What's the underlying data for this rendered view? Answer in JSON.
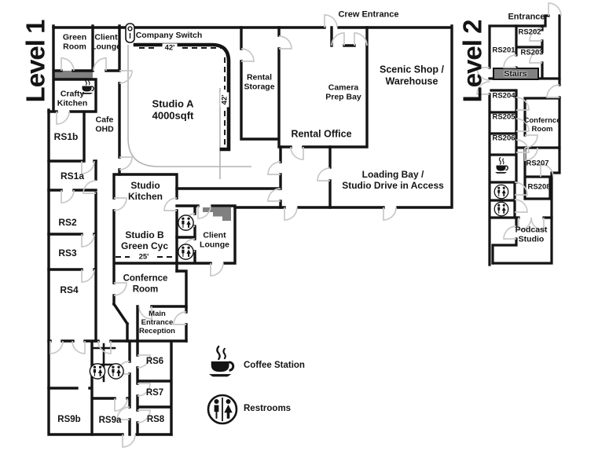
{
  "colors": {
    "wall": "#141414",
    "door_arc": "#c8c8c8",
    "accent_gray": "#808080",
    "cable_gray": "#b3b3b3",
    "background": "#ffffff",
    "text": "#141414"
  },
  "icons": {
    "coffee": "coffee-cup-icon",
    "restroom": "restroom-pair-icon",
    "company_switch": "company-switch-hoist-icon",
    "door": "door-swing-arc"
  },
  "level1": {
    "title": "Level 1",
    "green_room": "Green\nRoom",
    "client_lounge_top": "Client\nLounge",
    "company_switch": "Company Switch",
    "dim_width": "42'",
    "dim_depth": "42'",
    "crafty_kitchen": "Crafty\nKitchen",
    "cafe_ohd": "Cafe\nOHD",
    "rs1b": "RS1b",
    "rs1a": "RS1a",
    "rs2": "RS2",
    "rs3": "RS3",
    "rs4": "RS4",
    "studio_a": "Studio A\n4000sqft",
    "rental_storage": "Rental\nStorage",
    "camera_prep_bay": "Camera\nPrep Bay",
    "crew_entrance": "Crew Entrance",
    "scenic_shop": "Scenic Shop /\nWarehouse",
    "rental_office": "Rental Office",
    "loading_bay": "Loading Bay /\nStudio Drive in Access",
    "studio_kitchen": "Studio\nKitchen",
    "studio_b": "Studio B\nGreen Cyc",
    "dim_studio_b": "25'",
    "conference_room": "Confernce\nRoom",
    "main_entrance": "Main\nEntrance\nReception",
    "client_lounge_mid": "Client\nLounge",
    "rs6": "RS6",
    "rs7": "RS7",
    "rs8": "RS8",
    "rs9a": "RS9a",
    "rs9b": "RS9b"
  },
  "level2": {
    "title": "Level 2",
    "entrance": "Entrance",
    "rs201": "RS201",
    "rs202": "RS202",
    "rs203": "RS203",
    "stairs": "Stairs",
    "rs204": "RS204",
    "rs205": "RS205",
    "rs206": "RS206",
    "conference_room": "Confernce\nRoom",
    "rs207": "RS207",
    "rs208": "RS208",
    "podcast_studio": "Podcast\nStudio"
  },
  "legend": {
    "coffee_station": "Coffee Station",
    "restrooms": "Restrooms"
  }
}
